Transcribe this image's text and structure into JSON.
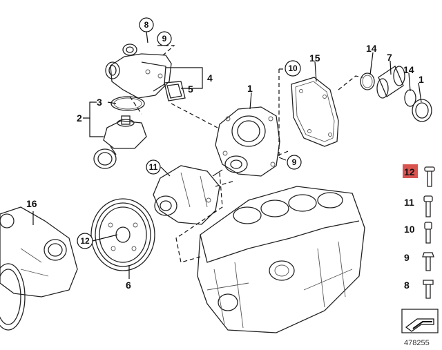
{
  "diagram_id": "478255",
  "callouts": {
    "c1": "1",
    "c2": "2",
    "c3": "3",
    "c4": "4",
    "c5": "5",
    "c6": "6",
    "c7": "7",
    "c8": "8",
    "c9": "9",
    "c9b": "9",
    "c10": "10",
    "c11": "11",
    "c12": "12",
    "c14a": "14",
    "c14b": "14",
    "c15": "15",
    "c16": "16"
  },
  "bolt_legend": [
    {
      "label": "12",
      "highlighted": true
    },
    {
      "label": "11",
      "highlighted": false
    },
    {
      "label": "10",
      "highlighted": false
    },
    {
      "label": "9",
      "highlighted": false
    },
    {
      "label": "8",
      "highlighted": false
    }
  ],
  "colors": {
    "highlight": "#d9534f",
    "ink": "#111111"
  }
}
